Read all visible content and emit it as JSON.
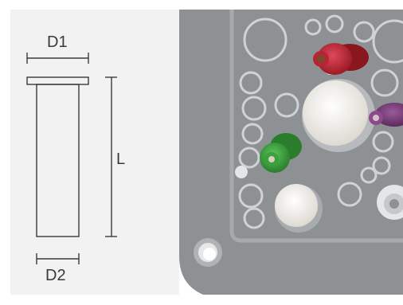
{
  "drawing": {
    "labels": {
      "top_diameter": "D1",
      "bottom_diameter": "D2",
      "length": "L"
    },
    "line_color": "#3a3a3a",
    "panel_color": "#f2f2f2"
  },
  "photo": {
    "colors": {
      "panel": "#8e9194",
      "panel_light": "#a3a6a9",
      "holes": "#d9dcde",
      "plug_white": "#f5f3ef",
      "plug_red": "#c42a35",
      "plug_green": "#3aa53c",
      "plug_purple": "#7a3a7a"
    },
    "plugs": [
      "plug-red",
      "plug-white-large",
      "plug-purple",
      "plug-green",
      "plug-white-small"
    ]
  }
}
